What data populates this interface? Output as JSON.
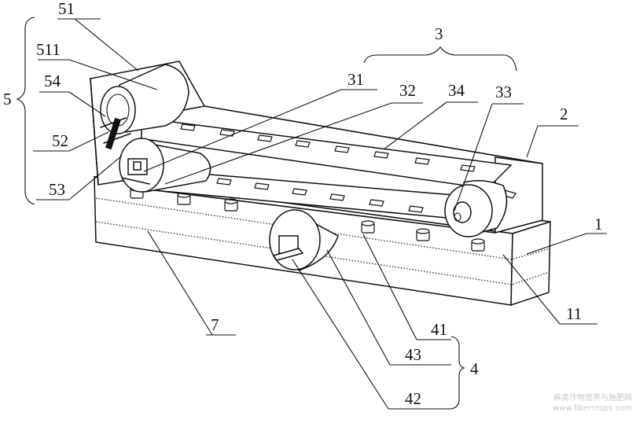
{
  "labels": {
    "l1": "1",
    "l11": "11",
    "l2": "2",
    "l3": "3",
    "l31": "31",
    "l32": "32",
    "l33": "33",
    "l34": "34",
    "l4": "4",
    "l41": "41",
    "l42": "42",
    "l43": "43",
    "l5": "5",
    "l51": "51",
    "l511": "511",
    "l52": "52",
    "l53": "53",
    "l54": "54",
    "l7": "7"
  },
  "watermark": {
    "line1": "麻类作物营养与施肥网",
    "line2": "www.fibercrops.com"
  }
}
